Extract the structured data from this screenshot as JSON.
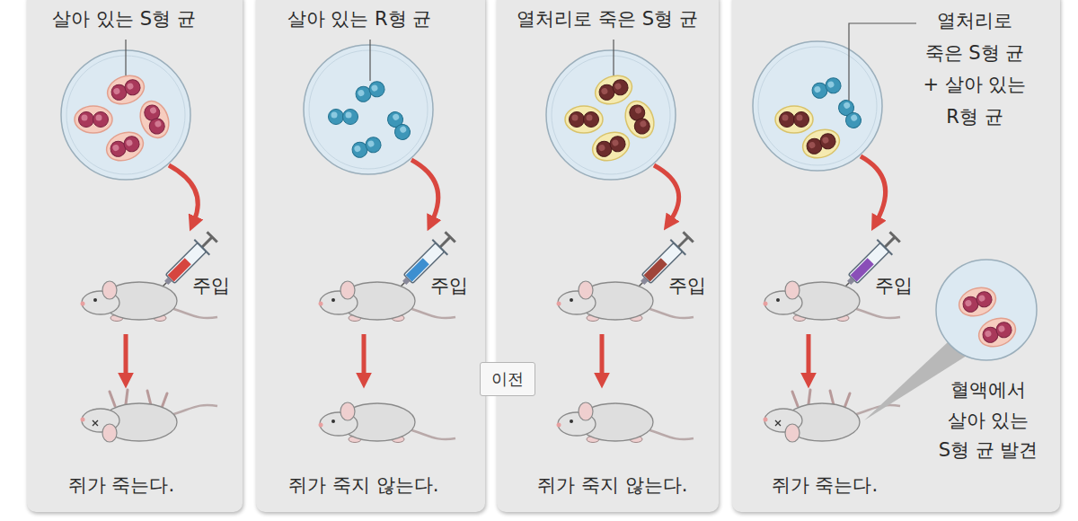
{
  "diagram": {
    "nodes": [
      {
        "text": [
          "살아 있는 S형 균",
          "쥐가 죽는다."
        ]
      },
      {
        "text": [
          "살아 있는 R형 균",
          "쥐가 죽지 않는다."
        ]
      },
      {
        "text": [
          "열처리로 죽은 S형 균",
          "쥐가 죽지 않는다."
        ]
      },
      {
        "text": [
          "열처리로 죽은 S형 균 + 살아 있는 R형 균",
          "쥐가 죽는다."
        ]
      },
      {
        "text": [
          "이전"
        ]
      }
    ],
    "labels": [
      "주입",
      "주입",
      "주입",
      "주입",
      "혈액에서 살아 있는 S형 균 발견"
    ]
  }
}
